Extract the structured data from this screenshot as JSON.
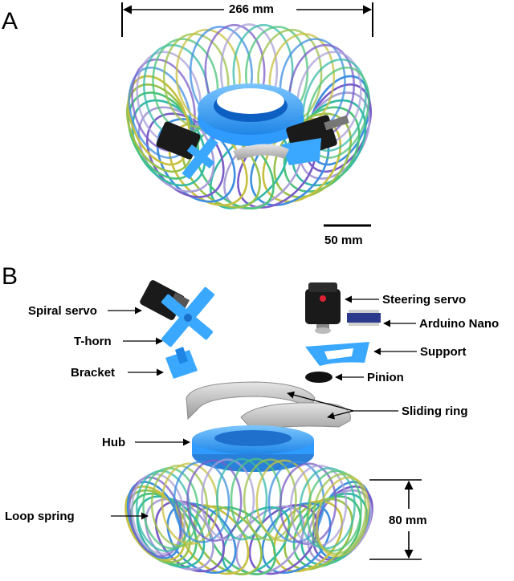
{
  "panels": {
    "a": {
      "letter": "A",
      "width_label": "266 mm",
      "scale_label": "50 mm"
    },
    "b": {
      "letter": "B",
      "height_label": "80 mm",
      "callouts": {
        "spiral_servo": "Spiral servo",
        "t_horn": "T-horn",
        "bracket": "Bracket",
        "hub": "Hub",
        "loop_spring": "Loop spring",
        "steering_servo": "Steering servo",
        "arduino_nano": "Arduino Nano",
        "support": "Support",
        "pinion": "Pinion",
        "sliding_ring": "Sliding ring"
      }
    }
  },
  "colors": {
    "servo_black": "#1a1a1a",
    "part_blue": "#3aa8ff",
    "ring_grey": "#c8c8c8",
    "coil_palette": [
      "#3e8fe0",
      "#7a5cc8",
      "#a9a0d8",
      "#35b9a8",
      "#4cc37a",
      "#9ac24a",
      "#c8c040"
    ]
  }
}
